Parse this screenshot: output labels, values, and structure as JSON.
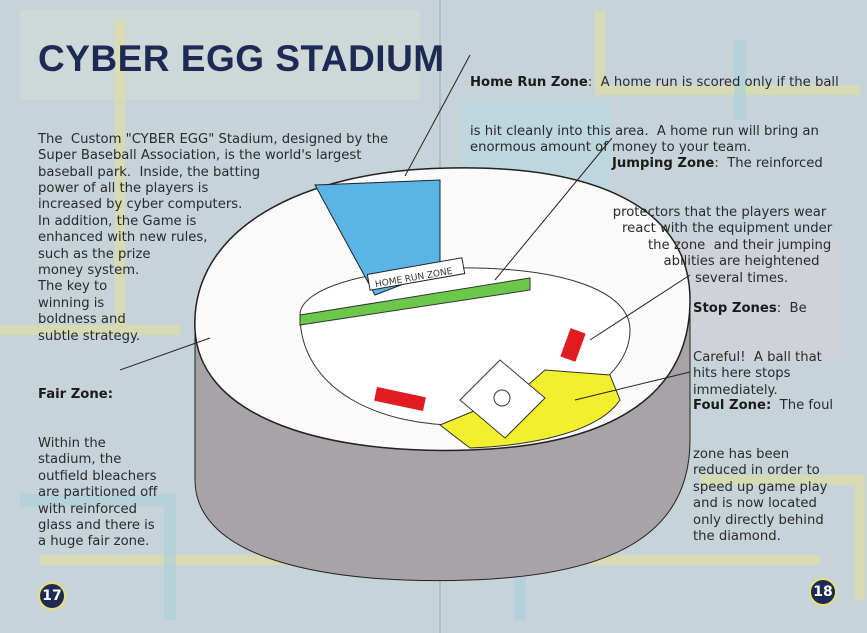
{
  "title": "CYBER EGG STADIUM",
  "intro": [
    "The  Custom \"CYBER EGG\" Stadium, designed by the",
    "Super Baseball Association, is the world's largest",
    "baseball park.  Inside, the batting",
    "power of all the players is",
    "increased by cyber computers.",
    "In addition, the Game is",
    "enhanced with new rules,",
    "such as the prize",
    "money system.",
    "The key to",
    "winning is",
    "boldness and",
    "subtle strategy."
  ],
  "fair_zone": {
    "label": "Fair Zone:",
    "lines": [
      "Within the",
      "stadium, the",
      "outfield bleachers",
      "are partitioned off",
      "with reinforced",
      "glass and there is",
      "a huge fair zone."
    ]
  },
  "home_run_zone": {
    "label": "Home Run Zone",
    "first": ":  A home run is scored only if the ball",
    "lines": [
      "is hit cleanly into this area.  A home run will bring an",
      "enormous amount of money to your team."
    ]
  },
  "jumping_zone": {
    "label": "Jumping Zone",
    "first": ":  The reinforced",
    "lines": [
      "protectors that the players wear",
      "react with the equipment under",
      "the zone  and their jumping",
      "abilities are heightened",
      "several times."
    ]
  },
  "stop_zones": {
    "label": "Stop Zones",
    "first": ":  Be",
    "lines": [
      "Careful!  A ball that",
      "hits here stops",
      "immediately."
    ]
  },
  "foul_zone": {
    "label": "Foul Zone:",
    "first": "  The foul",
    "lines": [
      "zone has been",
      "reduced in order to",
      "speed up game play",
      "and is now located",
      "only directly behind",
      "the diamond."
    ]
  },
  "sign": "HOME RUN ZONE",
  "pages": {
    "left": "17",
    "right": "18"
  }
}
